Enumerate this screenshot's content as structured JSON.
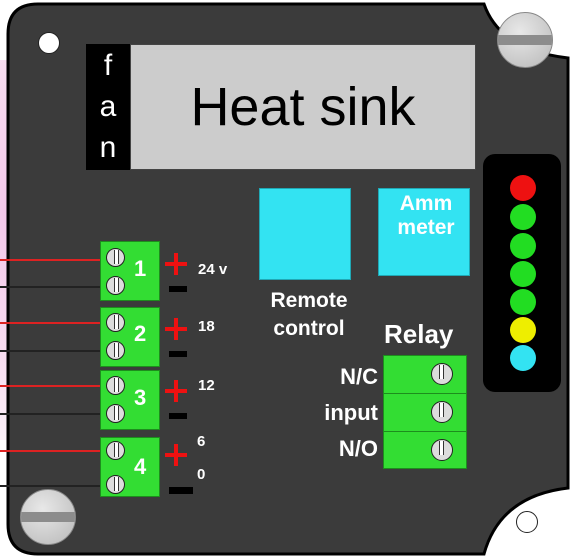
{
  "fan": {
    "letters": [
      "f",
      "a",
      "n"
    ]
  },
  "heatsink": {
    "label": "Heat sink"
  },
  "ammeter": {
    "line1": "Amm",
    "line2": "meter"
  },
  "remote": {
    "line1": "Remote",
    "line2": "control"
  },
  "relay": {
    "title": "Relay",
    "labels": [
      "N/C",
      "input",
      "N/O"
    ]
  },
  "terminals": [
    {
      "num": "1",
      "voltage": "24 v"
    },
    {
      "num": "2",
      "voltage": "18"
    },
    {
      "num": "3",
      "voltage": "12"
    },
    {
      "num": "4",
      "voltage_top": "6",
      "voltage_bottom": "0"
    }
  ],
  "leds": {
    "colors": [
      "#ee1111",
      "#22dd22",
      "#22dd22",
      "#22dd22",
      "#22dd22",
      "#eeee00",
      "#33e3f2"
    ]
  },
  "colors": {
    "board": "#3b3b3b",
    "terminal_green": "#33dd33",
    "wire_red": "#dd2222",
    "wire_black": "#222222",
    "plus_red": "#ee1111",
    "cyan": "#33e3f2"
  }
}
